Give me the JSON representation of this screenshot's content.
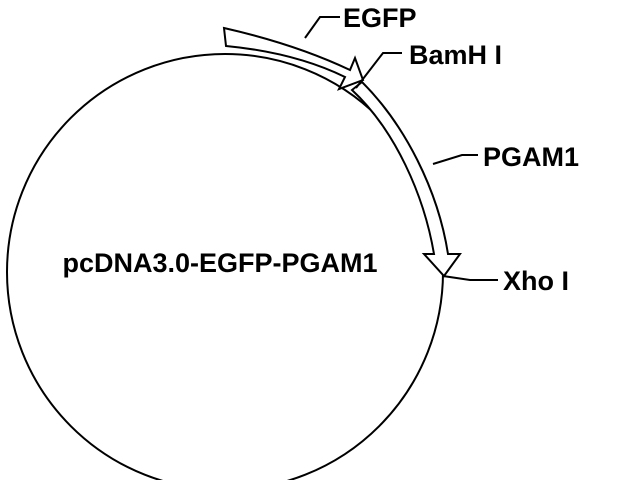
{
  "plasmid": {
    "name": "pcDNA3.0-EGFP-PGAM1"
  },
  "features": [
    {
      "label": "EGFP"
    },
    {
      "label": "PGAM1"
    }
  ],
  "sites": [
    {
      "label": "BamH I"
    },
    {
      "label": "Xho I"
    }
  ],
  "colors": {
    "line": "#000000",
    "background": "#ffffff"
  }
}
